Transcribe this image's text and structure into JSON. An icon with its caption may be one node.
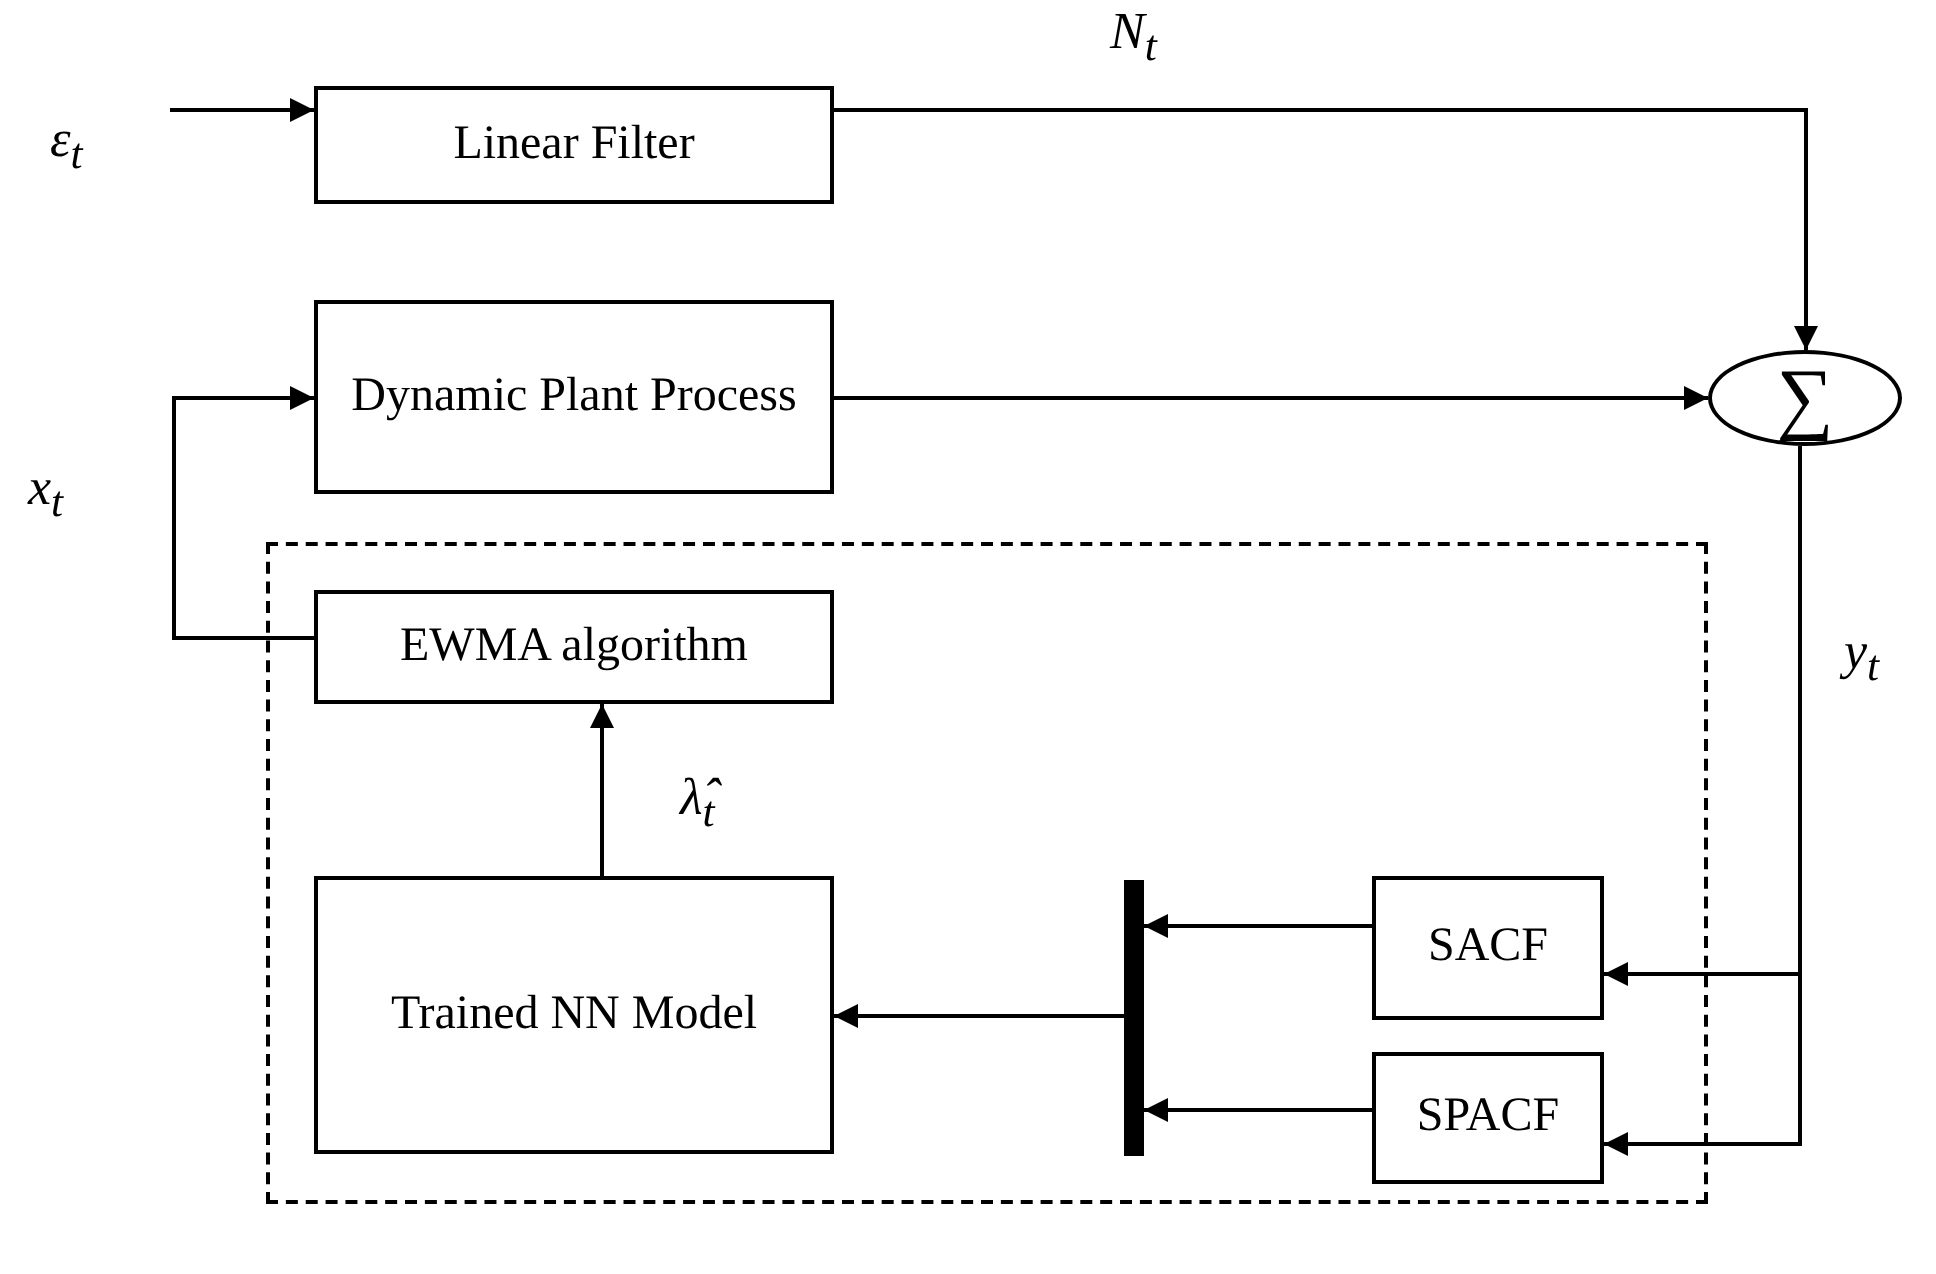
{
  "diagram": {
    "nodes": [
      {
        "text": [
          "ε$_{t}$"
        ]
      },
      {
        "text": [
          "Linear Filter"
        ]
      },
      {
        "text": [
          "Dynamic Plant Process"
        ]
      },
      {
        "text": [
          "∑"
        ]
      },
      {
        "text": [],
        "shape": "box"
      },
      {
        "text": [
          "EWMA algorithm"
        ],
        "in": 4
      },
      {
        "text": [
          "Trained NN Model"
        ],
        "in": 4
      },
      {
        "text": [],
        "shape": "bar",
        "in": 4
      },
      {
        "text": [
          "SACF"
        ],
        "in": 4
      },
      {
        "text": [
          "SPACF"
        ],
        "in": 4
      }
    ],
    "edges": [
      {
        "from": 0,
        "to": 1,
        "arrow": "to"
      },
      {
        "from": 1,
        "to": 3,
        "arrow": "to",
        "label": "N$_{t}$"
      },
      {
        "from": 2,
        "to": 3,
        "arrow": "to"
      },
      {
        "from": 5,
        "to": 2,
        "arrow": "to",
        "label": "x$_{t}$"
      },
      {
        "from": 6,
        "to": 5,
        "arrow": "to",
        "label": "λ̂$_{t}$"
      },
      {
        "from": 3,
        "to": 8,
        "arrow": "to",
        "label": "y$_{t}$"
      },
      {
        "from": 3,
        "to": 9,
        "arrow": "to"
      },
      {
        "from": 8,
        "to": 7,
        "arrow": "to"
      },
      {
        "from": 9,
        "to": 7,
        "arrow": "to"
      },
      {
        "from": 7,
        "to": 6,
        "arrow": "to"
      }
    ]
  }
}
